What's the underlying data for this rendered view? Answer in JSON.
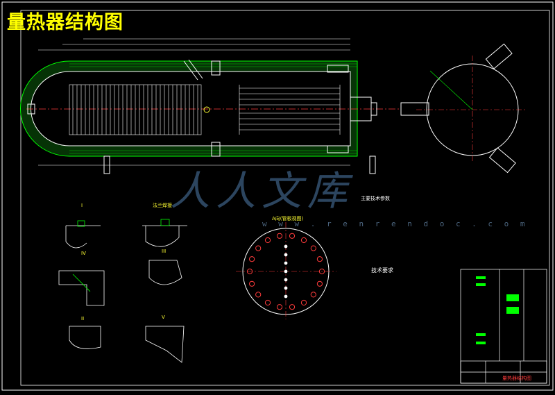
{
  "title": "量热器结构图",
  "watermark": {
    "text": "人人文库",
    "url": "w w w . r e n r e n d o c . c o m"
  },
  "view_labels": {
    "detail_I": "I",
    "detail_flange": "法兰焊接",
    "detail_IV": "IV",
    "detail_III": "III",
    "detail_II": "II",
    "detail_V": "V",
    "tubesheet": "A向(管板视图)"
  },
  "section_headings": {
    "params": "主要技术参数",
    "notes": "技术要求"
  },
  "table": {
    "title_block": "量热器结构图"
  },
  "colors": {
    "background": "#000000",
    "outline": "#ffffff",
    "insulation": "#00ff00",
    "title": "#ffff00",
    "accent": "#ff3b3b",
    "watermark": "#3b5d7f"
  }
}
